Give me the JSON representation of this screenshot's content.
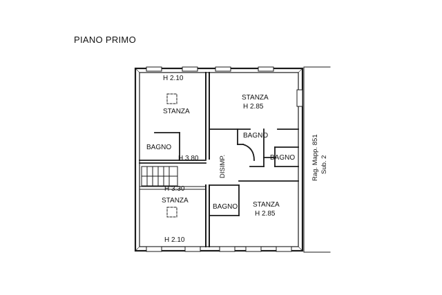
{
  "title": "PIANO PRIMO",
  "rooms": {
    "stanza_top_left": {
      "name": "STANZA",
      "height": "H 2.10"
    },
    "bagno_left": {
      "name": "BAGNO"
    },
    "stair_landing": {
      "height": "H 3.80"
    },
    "stair_bottom": {
      "height": "H 3.30"
    },
    "stanza_bottom_left": {
      "name": "STANZA",
      "height": "H 2.10"
    },
    "stanza_top_right": {
      "name": "STANZA",
      "height": "H 2.85"
    },
    "bagno_center": {
      "name": "BAGNO"
    },
    "bagno_right": {
      "name": "BAGNO"
    },
    "disimpegno": {
      "name": "DISIMP."
    },
    "bagno_bottom": {
      "name": "BAGNO"
    },
    "stanza_bottom_right": {
      "name": "STANZA",
      "height": "H 2.85"
    }
  },
  "cadastral_note": {
    "line1": "Rag. Mapp. 851",
    "line2": "Sub. 2"
  },
  "colors": {
    "wall": "#1a1a1a",
    "background": "#ffffff"
  }
}
